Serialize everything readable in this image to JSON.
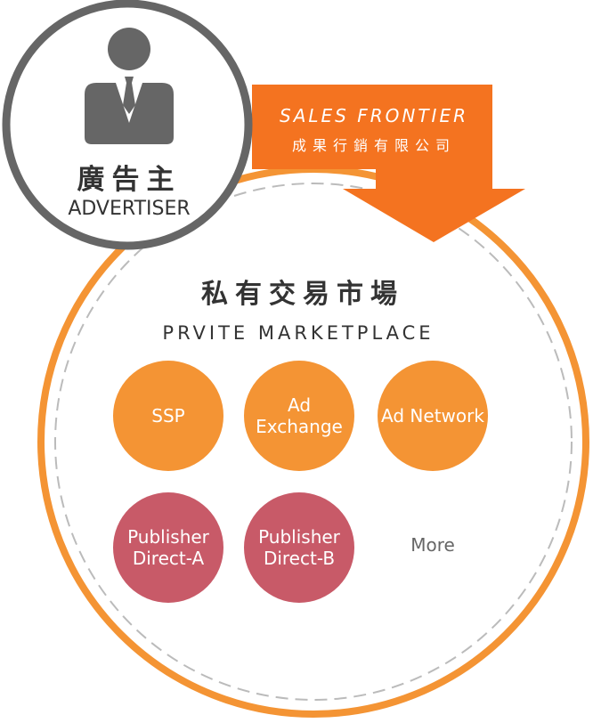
{
  "advertiser": {
    "title_zh": "廣告主",
    "title_en": "ADVERTISER",
    "icon": "businessman-icon"
  },
  "brand": {
    "logo_text": "SALES FRONTIER",
    "name_zh": "成果行銷有限公司"
  },
  "marketplace": {
    "title_zh": "私有交易市場",
    "title_en": "PRVITE MARKETPLACE"
  },
  "nodes": [
    {
      "label": "SSP",
      "type": "exchange"
    },
    {
      "label": "Ad Exchange",
      "type": "exchange"
    },
    {
      "label": "Ad Network",
      "type": "exchange"
    },
    {
      "label": "Publisher Direct-A",
      "type": "publisher"
    },
    {
      "label": "Publisher Direct-B",
      "type": "publisher"
    },
    {
      "label": "More",
      "type": "more"
    }
  ],
  "colors": {
    "orange": "#f49434",
    "arrow": "#f47320",
    "pink": "#c85a68",
    "gray": "#666666"
  }
}
